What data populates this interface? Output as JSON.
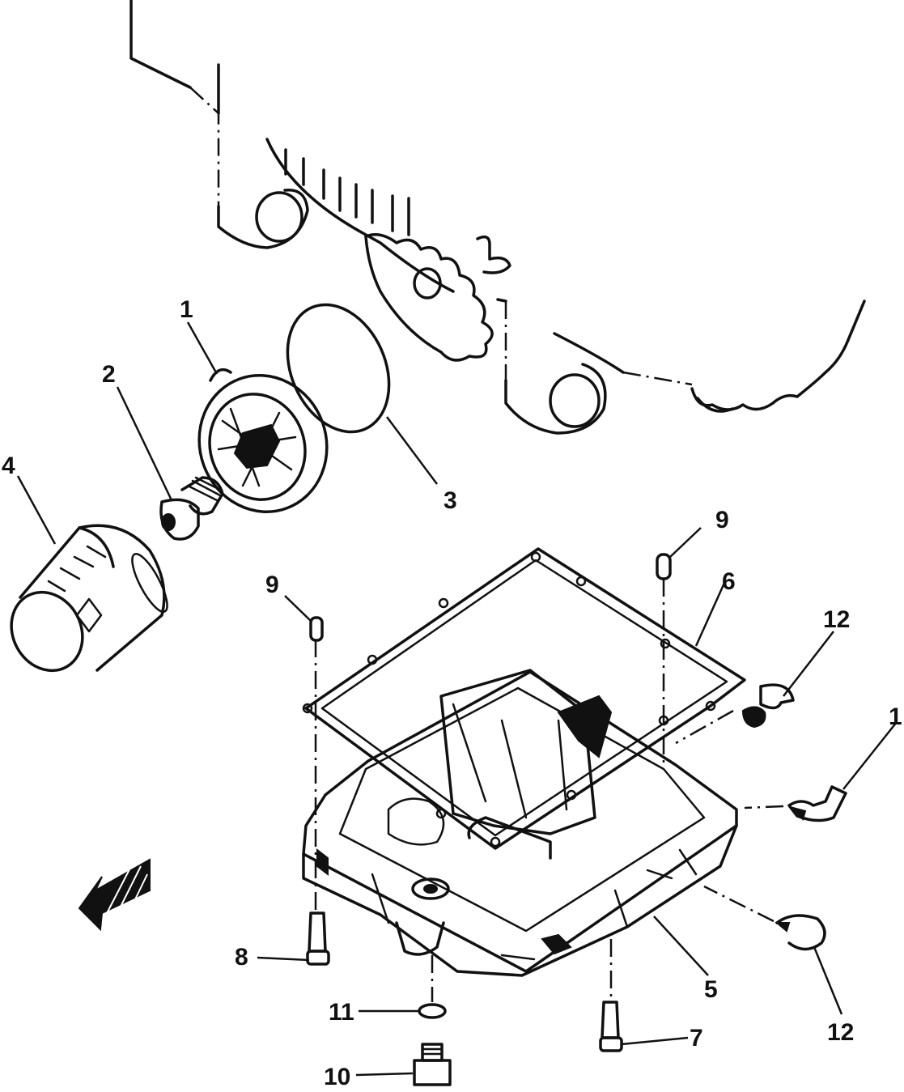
{
  "callouts": [
    {
      "id": "c1a",
      "label": "1"
    },
    {
      "id": "c2",
      "label": "2"
    },
    {
      "id": "c3",
      "label": "3"
    },
    {
      "id": "c4",
      "label": "4"
    },
    {
      "id": "c9a",
      "label": "9"
    },
    {
      "id": "c9b",
      "label": "9"
    },
    {
      "id": "c6",
      "label": "6"
    },
    {
      "id": "c12a",
      "label": "12"
    },
    {
      "id": "c1b",
      "label": "1"
    },
    {
      "id": "c8",
      "label": "8"
    },
    {
      "id": "c5",
      "label": "5"
    },
    {
      "id": "c11",
      "label": "11"
    },
    {
      "id": "c12b",
      "label": "12"
    },
    {
      "id": "c7",
      "label": "7"
    },
    {
      "id": "c10",
      "label": "10"
    }
  ],
  "icons": {
    "direction_arrow": "front-arrow-icon"
  }
}
